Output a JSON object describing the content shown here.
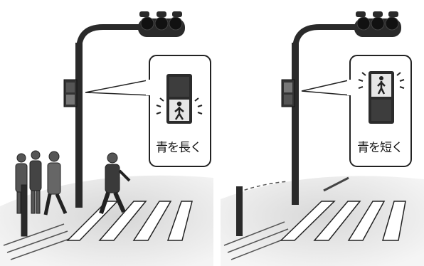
{
  "panels": [
    {
      "caption": "青を長く",
      "pedestrian_signal_state": "green-lit-bottom",
      "pedestrians": "group-waiting-and-walking"
    },
    {
      "caption": "青を短く",
      "pedestrian_signal_state": "green-lit-top",
      "pedestrians": "none"
    }
  ],
  "colors": {
    "ink": "#222222",
    "road_shadow": "#bdbdbd",
    "paper": "#ffffff"
  },
  "icons": [
    "traffic-light-icon",
    "pedestrian-signal-icon",
    "pedestrian-figure-icon",
    "crosswalk-stripes"
  ]
}
